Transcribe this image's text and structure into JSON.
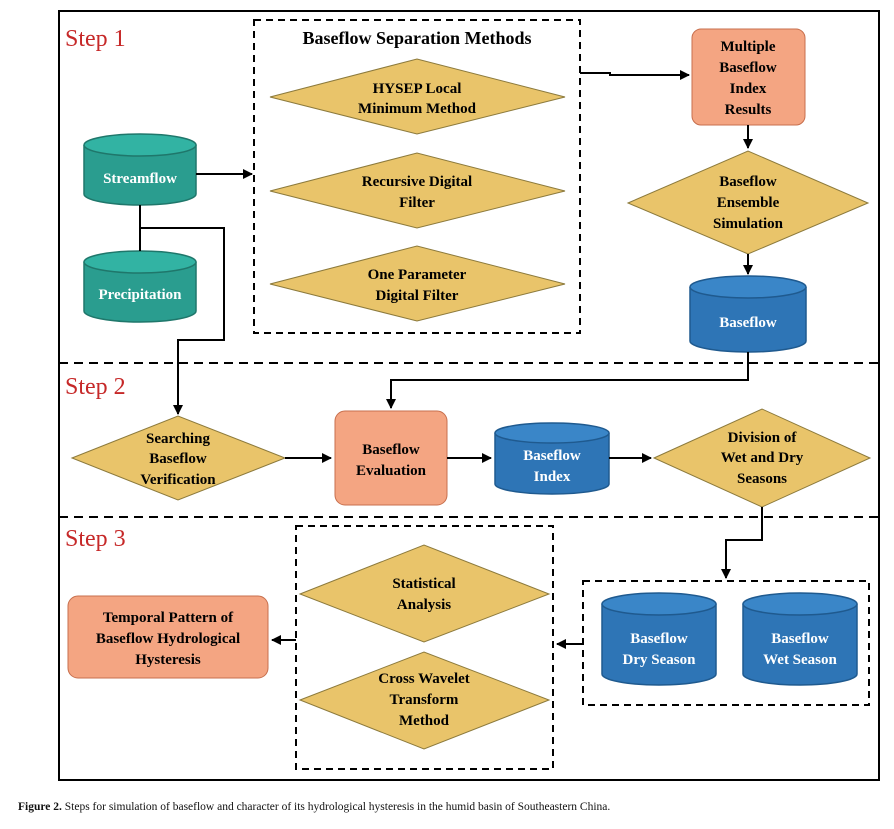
{
  "colors": {
    "accent_red": "#c62828",
    "diamond_fill": "#e9c46a",
    "diamond_stroke": "#8c7a3c",
    "teal_fill": "#2a9d8f",
    "teal_dark": "#1f776b",
    "blue_fill": "#2e75b6",
    "blue_dark": "#1f5a8f",
    "salmon_fill": "#f4a582"
  },
  "steps": {
    "step1": "Step 1",
    "step2": "Step 2",
    "step3": "Step 3"
  },
  "step1": {
    "methods_title": "Baseflow Separation Methods",
    "hysep": [
      "HYSEP Local",
      "Minimum Method"
    ],
    "recursive": [
      "Recursive Digital",
      "Filter"
    ],
    "one_param": [
      "One Parameter",
      "Digital Filter"
    ],
    "streamflow": "Streamflow",
    "precipitation": "Precipitation",
    "multiple_results": [
      "Multiple",
      "Baseflow",
      "Index",
      "Results"
    ],
    "ensemble": [
      "Baseflow",
      "Ensemble",
      "Simulation"
    ],
    "baseflow": "Baseflow"
  },
  "step2": {
    "searching": [
      "Searching",
      "Baseflow",
      "Verification"
    ],
    "evaluation": [
      "Baseflow",
      "Evaluation"
    ],
    "index": [
      "Baseflow",
      "Index"
    ],
    "division": [
      "Division of",
      "Wet and Dry",
      "Seasons"
    ]
  },
  "step3": {
    "statistical": [
      "Statistical",
      "Analysis"
    ],
    "cross_wavelet": [
      "Cross Wavelet",
      "Transform",
      "Method"
    ],
    "temporal": [
      "Temporal Pattern of",
      "Baseflow Hydrological",
      "Hysteresis"
    ],
    "dry_season": [
      "Baseflow",
      "Dry Season"
    ],
    "wet_season": [
      "Baseflow",
      "Wet Season"
    ]
  },
  "caption": {
    "label": "Figure 2.",
    "text": "Steps for simulation of baseflow and character of its hydrological hysteresis in the humid basin of Southeastern China."
  }
}
